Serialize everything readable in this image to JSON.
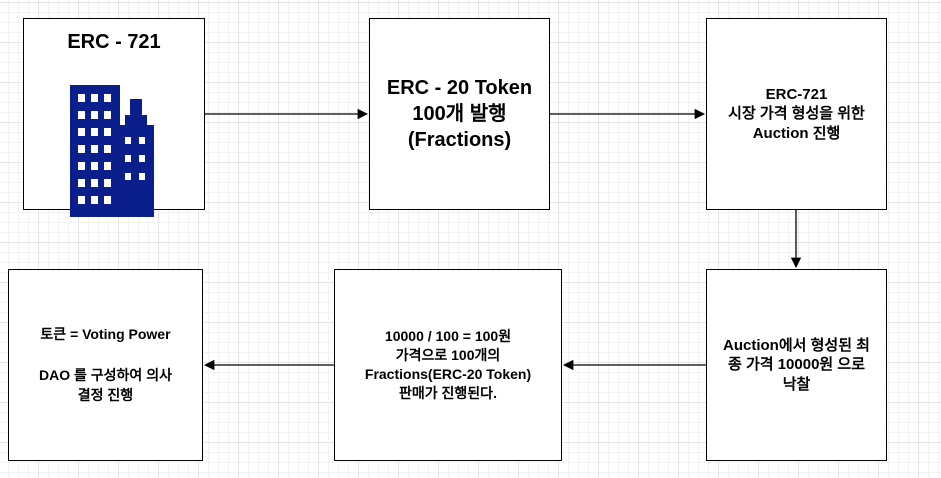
{
  "nodes": {
    "erc721_title": "ERC - 721",
    "erc20_issue": "ERC - 20 Token\n100개 발행\n(Fractions)",
    "auction": "ERC-721\n시장 가격 형성을 위한\nAuction 진행",
    "auction_result": "Auction에서 형성된 최\n종 가격 10000원 으로\n낙찰",
    "fraction_sale": "10000 / 100 = 100원\n가격으로 100개의\nFractions(ERC-20 Token)\n판매가 진행된다.",
    "dao": "토큰 = Voting Power\n\nDAO 를 구성하여 의사\n결정 진행"
  },
  "icons": {
    "building": "building-icon"
  },
  "colors": {
    "building": "#0b1f8c",
    "stroke": "#000000"
  }
}
